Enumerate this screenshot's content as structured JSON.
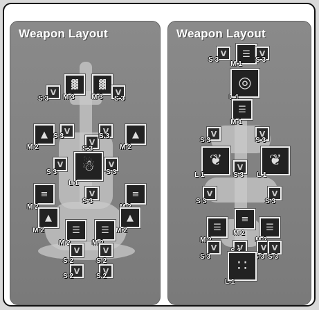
{
  "panels": [
    {
      "title": "Weapon Layout",
      "slots": [
        {
          "size": "M",
          "tier": "3",
          "icon": "missile-pod-icon"
        },
        {
          "size": "M",
          "tier": "3",
          "icon": "missile-pod-icon"
        },
        {
          "size": "S",
          "tier": "3",
          "icon": "small-turret-icon"
        },
        {
          "size": "S",
          "tier": "3",
          "icon": "small-turret-icon"
        },
        {
          "size": "M",
          "tier": "2",
          "icon": "rocket-launcher-icon"
        },
        {
          "size": "M",
          "tier": "2",
          "icon": "rocket-launcher-icon"
        },
        {
          "size": "S",
          "tier": "3",
          "icon": "small-turret-icon"
        },
        {
          "size": "S",
          "tier": "3",
          "icon": "small-turret-icon"
        },
        {
          "size": "S",
          "tier": "3",
          "icon": "small-turret-icon"
        },
        {
          "size": "L",
          "tier": "1",
          "icon": "heavy-cannon-icon"
        },
        {
          "size": "S",
          "tier": "3",
          "icon": "small-turret-icon"
        },
        {
          "size": "S",
          "tier": "3",
          "icon": "small-turret-icon"
        },
        {
          "size": "M",
          "tier": "2",
          "icon": "torpedo-bay-icon"
        },
        {
          "size": "M",
          "tier": "2",
          "icon": "torpedo-bay-icon"
        },
        {
          "size": "S",
          "tier": "3",
          "icon": "small-turret-icon"
        },
        {
          "size": "M",
          "tier": "2",
          "icon": "rocket-launcher-icon"
        },
        {
          "size": "M",
          "tier": "2",
          "icon": "rocket-launcher-icon"
        },
        {
          "size": "M",
          "tier": "2",
          "icon": "laser-battery-icon"
        },
        {
          "size": "M",
          "tier": "2",
          "icon": "laser-battery-icon"
        },
        {
          "size": "S",
          "tier": "2",
          "icon": "small-turret-icon"
        },
        {
          "size": "S",
          "tier": "2",
          "icon": "small-turret-icon"
        },
        {
          "size": "S",
          "tier": "2",
          "icon": "small-turret-icon"
        },
        {
          "size": "S",
          "tier": "2",
          "icon": "small-turret-icon"
        }
      ]
    },
    {
      "title": "Weapon Layout",
      "slots": [
        {
          "size": "S",
          "tier": "3",
          "icon": "small-turret-icon"
        },
        {
          "size": "M",
          "tier": "1",
          "icon": "laser-battery-icon"
        },
        {
          "size": "S",
          "tier": "3",
          "icon": "small-turret-icon"
        },
        {
          "size": "L",
          "tier": "1",
          "icon": "targeting-array-icon"
        },
        {
          "size": "M",
          "tier": "1",
          "icon": "laser-battery-icon"
        },
        {
          "size": "S",
          "tier": "3",
          "icon": "small-turret-icon"
        },
        {
          "size": "S",
          "tier": "3",
          "icon": "small-turret-icon"
        },
        {
          "size": "L",
          "tier": "1",
          "icon": "wing-launcher-icon"
        },
        {
          "size": "S",
          "tier": "3",
          "icon": "small-turret-icon"
        },
        {
          "size": "L",
          "tier": "1",
          "icon": "wing-launcher-icon"
        },
        {
          "size": "S",
          "tier": "3",
          "icon": "small-turret-icon"
        },
        {
          "size": "S",
          "tier": "3",
          "icon": "small-turret-icon"
        },
        {
          "size": "M",
          "tier": "2",
          "icon": "laser-battery-icon"
        },
        {
          "size": "M",
          "tier": "2",
          "icon": "torpedo-bay-icon"
        },
        {
          "size": "M",
          "tier": "2",
          "icon": "laser-battery-icon"
        },
        {
          "size": "S",
          "tier": "3",
          "icon": "small-turret-icon"
        },
        {
          "size": "S",
          "tier": "3",
          "icon": "small-turret-icon"
        },
        {
          "size": "S",
          "tier": "3",
          "icon": "small-turret-icon"
        },
        {
          "size": "S",
          "tier": "3",
          "icon": "small-turret-icon"
        },
        {
          "size": "L",
          "tier": "1",
          "icon": "flak-cluster-icon"
        }
      ]
    }
  ],
  "slot_glyph": "V"
}
